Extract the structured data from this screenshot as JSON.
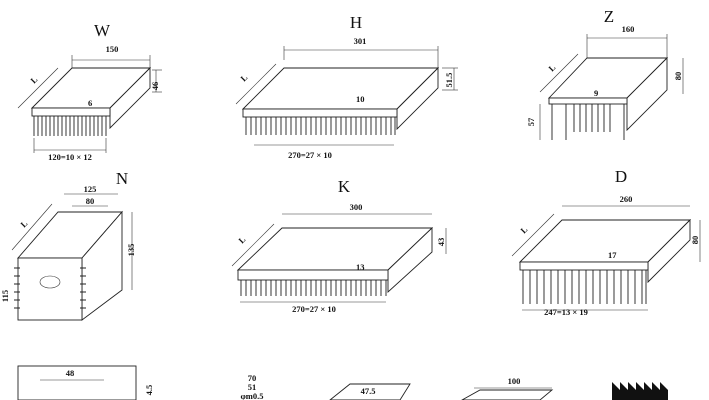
{
  "panels": [
    {
      "letter": "W",
      "top": "150",
      "side": "46",
      "depth": "L",
      "inner": "6",
      "bottom": "120=10 × 12"
    },
    {
      "letter": "H",
      "top": "301",
      "side": "51.5",
      "depth": "L",
      "inner": "10",
      "bottom": "270=27 × 10"
    },
    {
      "letter": "Z",
      "top": "160",
      "side": "80",
      "depth": "L",
      "inner": "9",
      "left": "57"
    },
    {
      "letter": "N",
      "top": "125",
      "top2": "80",
      "side": "135",
      "depth": "L",
      "left": "115"
    },
    {
      "letter": "K",
      "top": "300",
      "side": "43",
      "depth": "L",
      "inner": "13",
      "bottom": "270=27 × 10"
    },
    {
      "letter": "D",
      "top": "260",
      "side": "80",
      "depth": "L",
      "inner": "17",
      "bottom": "247=13 × 19"
    }
  ],
  "partial": {
    "a": "48",
    "b": "4.5",
    "c": "70",
    "d": "51",
    "e": "φm0.5",
    "f": "47.5",
    "g": "100"
  }
}
